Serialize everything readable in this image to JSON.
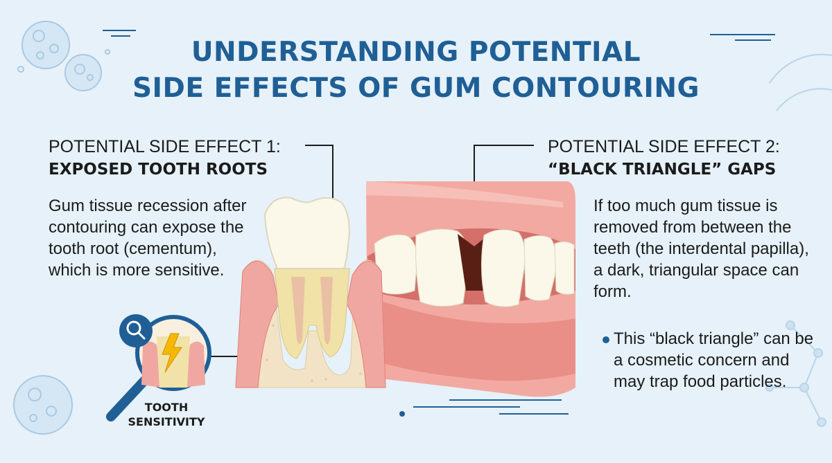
{
  "title": {
    "line1": "UNDERSTANDING POTENTIAL",
    "line2": "SIDE EFFECTS OF GUM CONTOURING"
  },
  "effect1": {
    "heading": "POTENTIAL SIDE EFFECT 1:",
    "subheading": "EXPOSED TOOTH ROOTS",
    "description": "Gum tissue recession after contouring can expose the tooth root (cementum), which is more sensitive.",
    "callout_line1": "TOOTH",
    "callout_line2": "SENSITIVITY"
  },
  "effect2": {
    "heading": "POTENTIAL SIDE EFFECT 2:",
    "subheading": "“BLACK TRIANGLE” GAPS",
    "description": "If too much gum tissue is removed from between the teeth (the interdental papilla), a dark, triangular space can form.",
    "bullet": "This “black triangle” can be a cosmetic concern  and may trap food particles."
  },
  "colors": {
    "title": "#1f5f95",
    "background": "#e6f1f9",
    "gum": "#e98f88",
    "tooth": "#fbf8ea",
    "bone": "#f3e3c6"
  }
}
